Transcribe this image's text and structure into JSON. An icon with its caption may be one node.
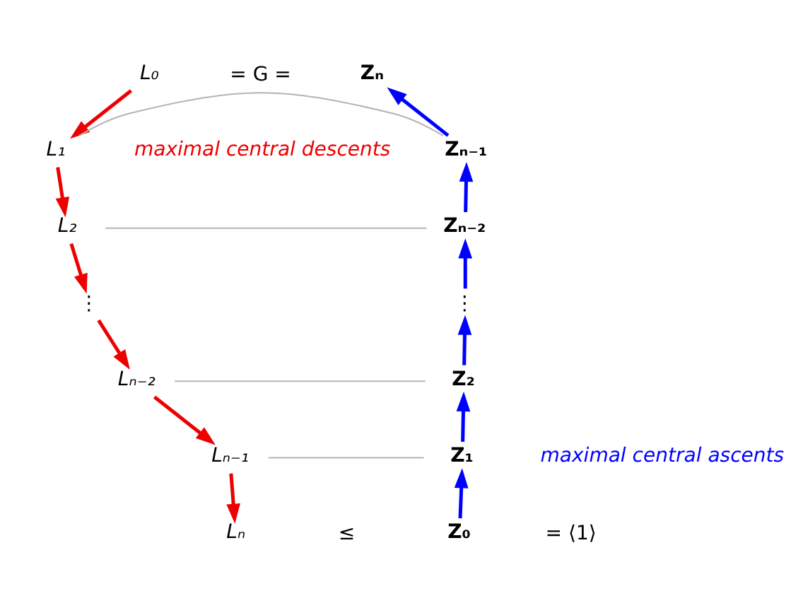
{
  "diagram": {
    "nodes": [
      {
        "text": [
          "L₀"
        ]
      },
      {
        "text": [
          "Zₙ"
        ]
      },
      {
        "text": [
          "Zₙ₋₁"
        ]
      },
      {
        "text": [
          "L₁"
        ]
      },
      {
        "text": [
          "Zₙ₋₂"
        ]
      },
      {
        "text": [
          "L₂"
        ]
      },
      {
        "text": [
          "⋮"
        ]
      },
      {
        "text": [
          "⋮"
        ]
      },
      {
        "text": [
          "Z₂"
        ]
      },
      {
        "text": [
          "Lₙ₋₂"
        ]
      },
      {
        "text": [
          "Z₁"
        ]
      },
      {
        "text": [
          "Lₙ₋₁"
        ]
      },
      {
        "text": [
          "Lₙ"
        ]
      },
      {
        "text": [
          "Z₀"
        ]
      }
    ],
    "edges": [
      {
        "from": 0,
        "to": 3,
        "arrow": "to",
        "color": "#ee0000"
      },
      {
        "from": 3,
        "to": 5,
        "arrow": "to",
        "color": "#ee0000"
      },
      {
        "from": 5,
        "to": 7,
        "arrow": "to",
        "color": "#ee0000"
      },
      {
        "from": 7,
        "to": 9,
        "arrow": "to",
        "color": "#ee0000"
      },
      {
        "from": 9,
        "to": 11,
        "arrow": "to",
        "color": "#ee0000"
      },
      {
        "from": 11,
        "to": 12,
        "arrow": "to",
        "color": "#ee0000"
      },
      {
        "from": 13,
        "to": 10,
        "arrow": "to",
        "color": "#0000ff"
      },
      {
        "from": 10,
        "to": 8,
        "arrow": "to",
        "color": "#0000ff"
      },
      {
        "from": 8,
        "to": 6,
        "arrow": "to",
        "color": "#0000ff"
      },
      {
        "from": 6,
        "to": 4,
        "arrow": "to",
        "color": "#0000ff"
      },
      {
        "from": 4,
        "to": 2,
        "arrow": "to",
        "color": "#0000ff"
      },
      {
        "from": 2,
        "to": 1,
        "arrow": "to",
        "color": "#0000ff"
      },
      {
        "from": 3,
        "to": 2,
        "arrow": "none",
        "color": "#b4b4b4"
      },
      {
        "from": 5,
        "to": 4,
        "arrow": "none",
        "color": "#b4b4b4"
      },
      {
        "from": 9,
        "to": 8,
        "arrow": "none",
        "color": "#b4b4b4"
      },
      {
        "from": 11,
        "to": 10,
        "arrow": "none",
        "color": "#b4b4b4"
      }
    ],
    "labels": [
      "= G =",
      "maximal central descents",
      "maximal central ascents",
      "≤",
      "= ⟨1⟩"
    ]
  }
}
